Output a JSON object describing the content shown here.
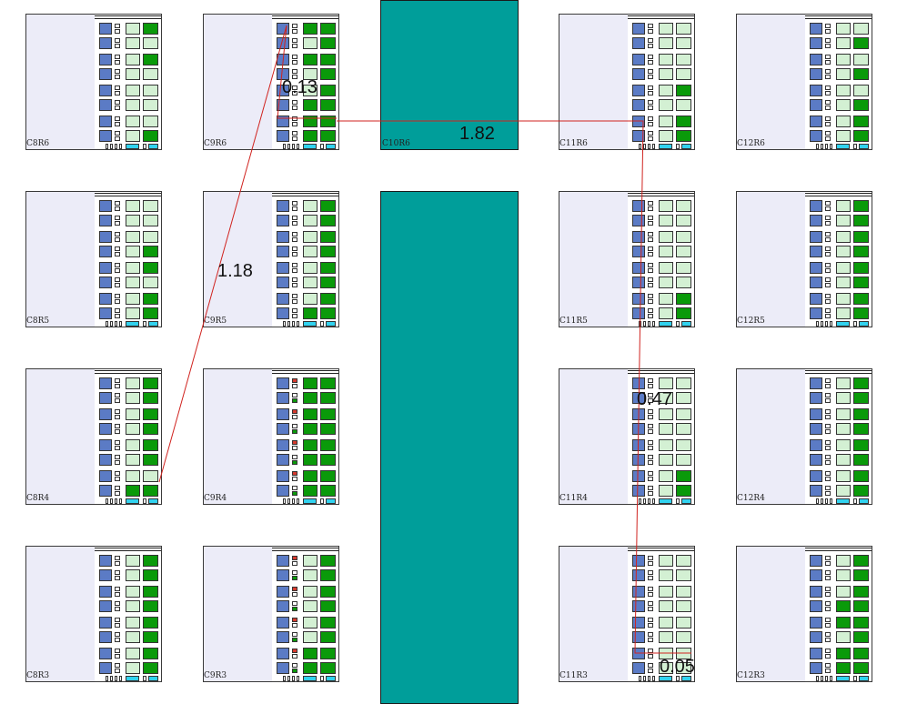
{
  "colors": {
    "pane": "#ececf8",
    "blue_cell": "#5b7bc5",
    "green_on": "#0a9a0a",
    "green_off": "#d3f0d3",
    "port_cyan": "#31d2ef",
    "channel": "#009e9a",
    "wire": "#d0231f",
    "marker_red": "#d63a2e"
  },
  "tiles": [
    {
      "id": "C8R6",
      "label": "C8R6",
      "fill": [
        0,
        1,
        0,
        0,
        0,
        1,
        0,
        0,
        0,
        0,
        0,
        0,
        0,
        0,
        0,
        1
      ]
    },
    {
      "id": "C9R6",
      "label": "C9R6",
      "fill": [
        1,
        1,
        0,
        1,
        1,
        1,
        0,
        1,
        0,
        1,
        1,
        1,
        1,
        1,
        1,
        1
      ]
    },
    {
      "id": "C11R6",
      "label": "C11R6",
      "fill": [
        0,
        0,
        0,
        0,
        0,
        0,
        0,
        0,
        0,
        1,
        0,
        0,
        0,
        1,
        0,
        1
      ]
    },
    {
      "id": "C12R6",
      "label": "C12R6",
      "fill": [
        0,
        0,
        0,
        1,
        0,
        0,
        0,
        1,
        0,
        0,
        0,
        1,
        0,
        1,
        0,
        1
      ]
    },
    {
      "id": "C8R5",
      "label": "C8R5",
      "fill": [
        0,
        0,
        0,
        0,
        0,
        0,
        0,
        1,
        0,
        1,
        0,
        0,
        0,
        1,
        0,
        1
      ]
    },
    {
      "id": "C9R5",
      "label": "C9R5",
      "fill": [
        0,
        1,
        0,
        1,
        0,
        1,
        0,
        1,
        0,
        1,
        0,
        1,
        0,
        1,
        1,
        1
      ]
    },
    {
      "id": "C11R5",
      "label": "C11R5",
      "fill": [
        0,
        0,
        0,
        0,
        0,
        0,
        0,
        0,
        0,
        0,
        0,
        0,
        0,
        1,
        0,
        1
      ]
    },
    {
      "id": "C12R5",
      "label": "C12R5",
      "fill": [
        0,
        1,
        0,
        1,
        0,
        1,
        0,
        1,
        0,
        1,
        0,
        1,
        0,
        1,
        0,
        1
      ]
    },
    {
      "id": "C8R4",
      "label": "C8R4",
      "fill": [
        0,
        1,
        0,
        1,
        0,
        1,
        0,
        1,
        0,
        1,
        0,
        1,
        0,
        0,
        1,
        1
      ]
    },
    {
      "id": "C9R4",
      "label": "C9R4",
      "fill": [
        1,
        1,
        1,
        1,
        1,
        1,
        1,
        1,
        1,
        1,
        1,
        1,
        1,
        1,
        1,
        1
      ]
    },
    {
      "id": "C11R4",
      "label": "C11R4",
      "fill": [
        0,
        0,
        0,
        0,
        0,
        0,
        0,
        0,
        0,
        0,
        0,
        0,
        0,
        1,
        0,
        1
      ]
    },
    {
      "id": "C12R4",
      "label": "C12R4",
      "fill": [
        0,
        1,
        0,
        1,
        0,
        1,
        0,
        1,
        0,
        1,
        0,
        1,
        0,
        1,
        0,
        1
      ]
    },
    {
      "id": "C8R3",
      "label": "C8R3",
      "fill": [
        0,
        1,
        0,
        1,
        0,
        1,
        0,
        1,
        0,
        1,
        0,
        1,
        0,
        1,
        0,
        1
      ]
    },
    {
      "id": "C9R3",
      "label": "C9R3",
      "fill": [
        0,
        1,
        0,
        1,
        0,
        1,
        0,
        1,
        0,
        1,
        0,
        1,
        1,
        1,
        1,
        1
      ]
    },
    {
      "id": "C11R3",
      "label": "C11R3",
      "fill": [
        0,
        0,
        0,
        0,
        0,
        0,
        0,
        0,
        0,
        0,
        0,
        0,
        0,
        0,
        0,
        0
      ]
    },
    {
      "id": "C12R3",
      "label": "C12R3",
      "fill": [
        0,
        1,
        0,
        1,
        0,
        1,
        1,
        1,
        1,
        1,
        0,
        1,
        1,
        1,
        1,
        1
      ]
    }
  ],
  "channel_label": "C10R6",
  "delays": [
    {
      "id": "d-0-13",
      "value": "0.13"
    },
    {
      "id": "d-1-82",
      "value": "1.82"
    },
    {
      "id": "d-1-18",
      "value": "1.18"
    },
    {
      "id": "d-0-47",
      "value": "0.47"
    },
    {
      "id": "d-0-05",
      "value": "0.05"
    }
  ]
}
